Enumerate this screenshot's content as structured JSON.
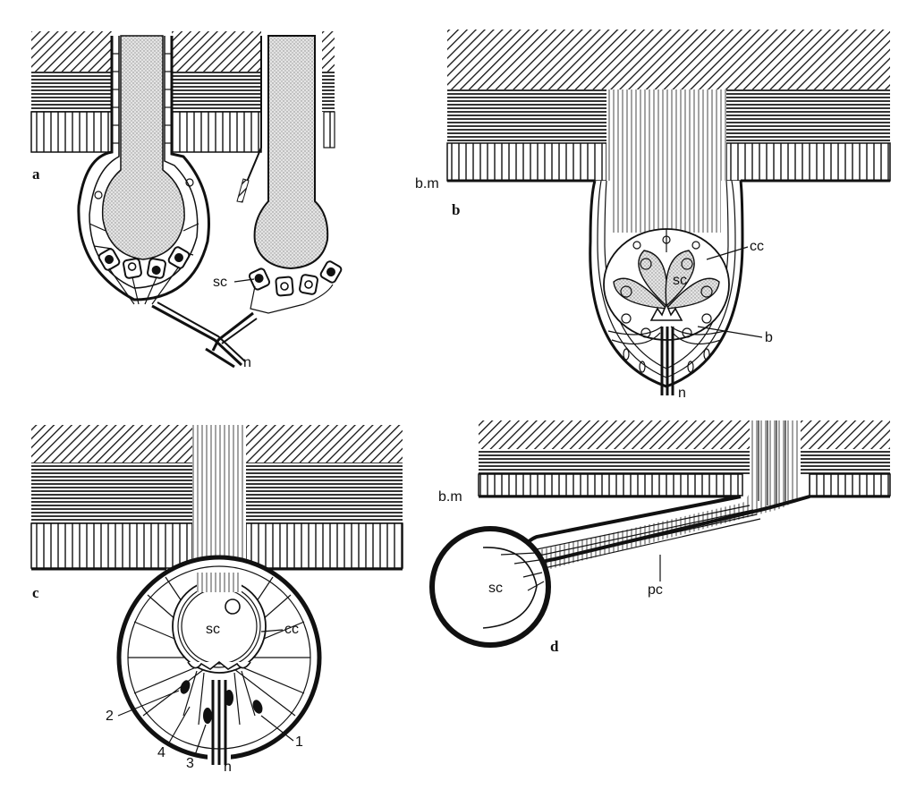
{
  "figure": {
    "panels": [
      {
        "letter": "a",
        "labels": {
          "sc": "sc",
          "n": "n"
        }
      },
      {
        "letter": "b",
        "labels": {
          "bm": "b.m",
          "cc": "cc",
          "sc": "sc",
          "b": "b",
          "n": "n"
        }
      },
      {
        "letter": "c",
        "labels": {
          "sc": "sc",
          "cc": "cc",
          "n": "n",
          "one": "1",
          "two": "2",
          "three": "3",
          "four": "4"
        }
      },
      {
        "letter": "d",
        "labels": {
          "bm": "b.m",
          "sc": "sc",
          "pc": "pc"
        }
      }
    ]
  },
  "colors": {
    "ink": "#111111",
    "paper": "#ffffff",
    "stipple": "#d6d6d6"
  }
}
